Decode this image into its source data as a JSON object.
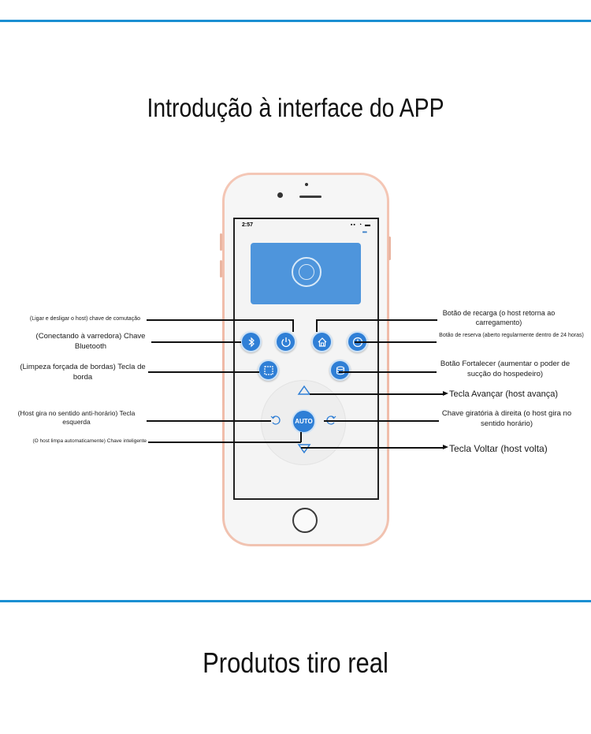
{
  "heading_intro": "Introdução à interface do APP",
  "heading_products": "Produtos tiro real",
  "phone": {
    "time": "2:57",
    "status_icons": "▪▪ ◔ ▬",
    "menu_dots": "•••",
    "auto_label": "AUTO"
  },
  "annotations": {
    "power_switch": "(Ligar e desligar o host) chave de comutação",
    "bluetooth": "(Conectando à varredora) Chave Bluetooth",
    "edge": "(Limpeza forçada de bordas) Tecla de borda",
    "left_rotate": "(Host gira no sentido anti-horário) Tecla esquerda",
    "smart_switch": "(O host limpa automaticamente) Chave inteligente",
    "recharge": "Botão de recarga (o host retorna ao carregamento)",
    "reservation": "Botão de reserva (aberto regularmente dentro de 24 horas)",
    "strengthen": "Botão Fortalecer (aumentar o poder de sucção do hospedeiro)",
    "forward": "Tecla Avançar (host avança)",
    "right_rotate": "Chave giratória à direita (o host gira no sentido horário)",
    "back": "Tecla Voltar (host volta)"
  },
  "colors": {
    "accent_rule": "#1b8fd2",
    "app_blue": "#2f7fd6",
    "phone_rose_gold": "#efb9a6"
  },
  "icons": [
    "bluetooth-icon",
    "power-icon",
    "home-icon",
    "clock-icon",
    "edge-icon",
    "suction-icon",
    "arrow-up-icon",
    "arrow-down-icon",
    "rotate-left-icon",
    "rotate-right-icon"
  ]
}
